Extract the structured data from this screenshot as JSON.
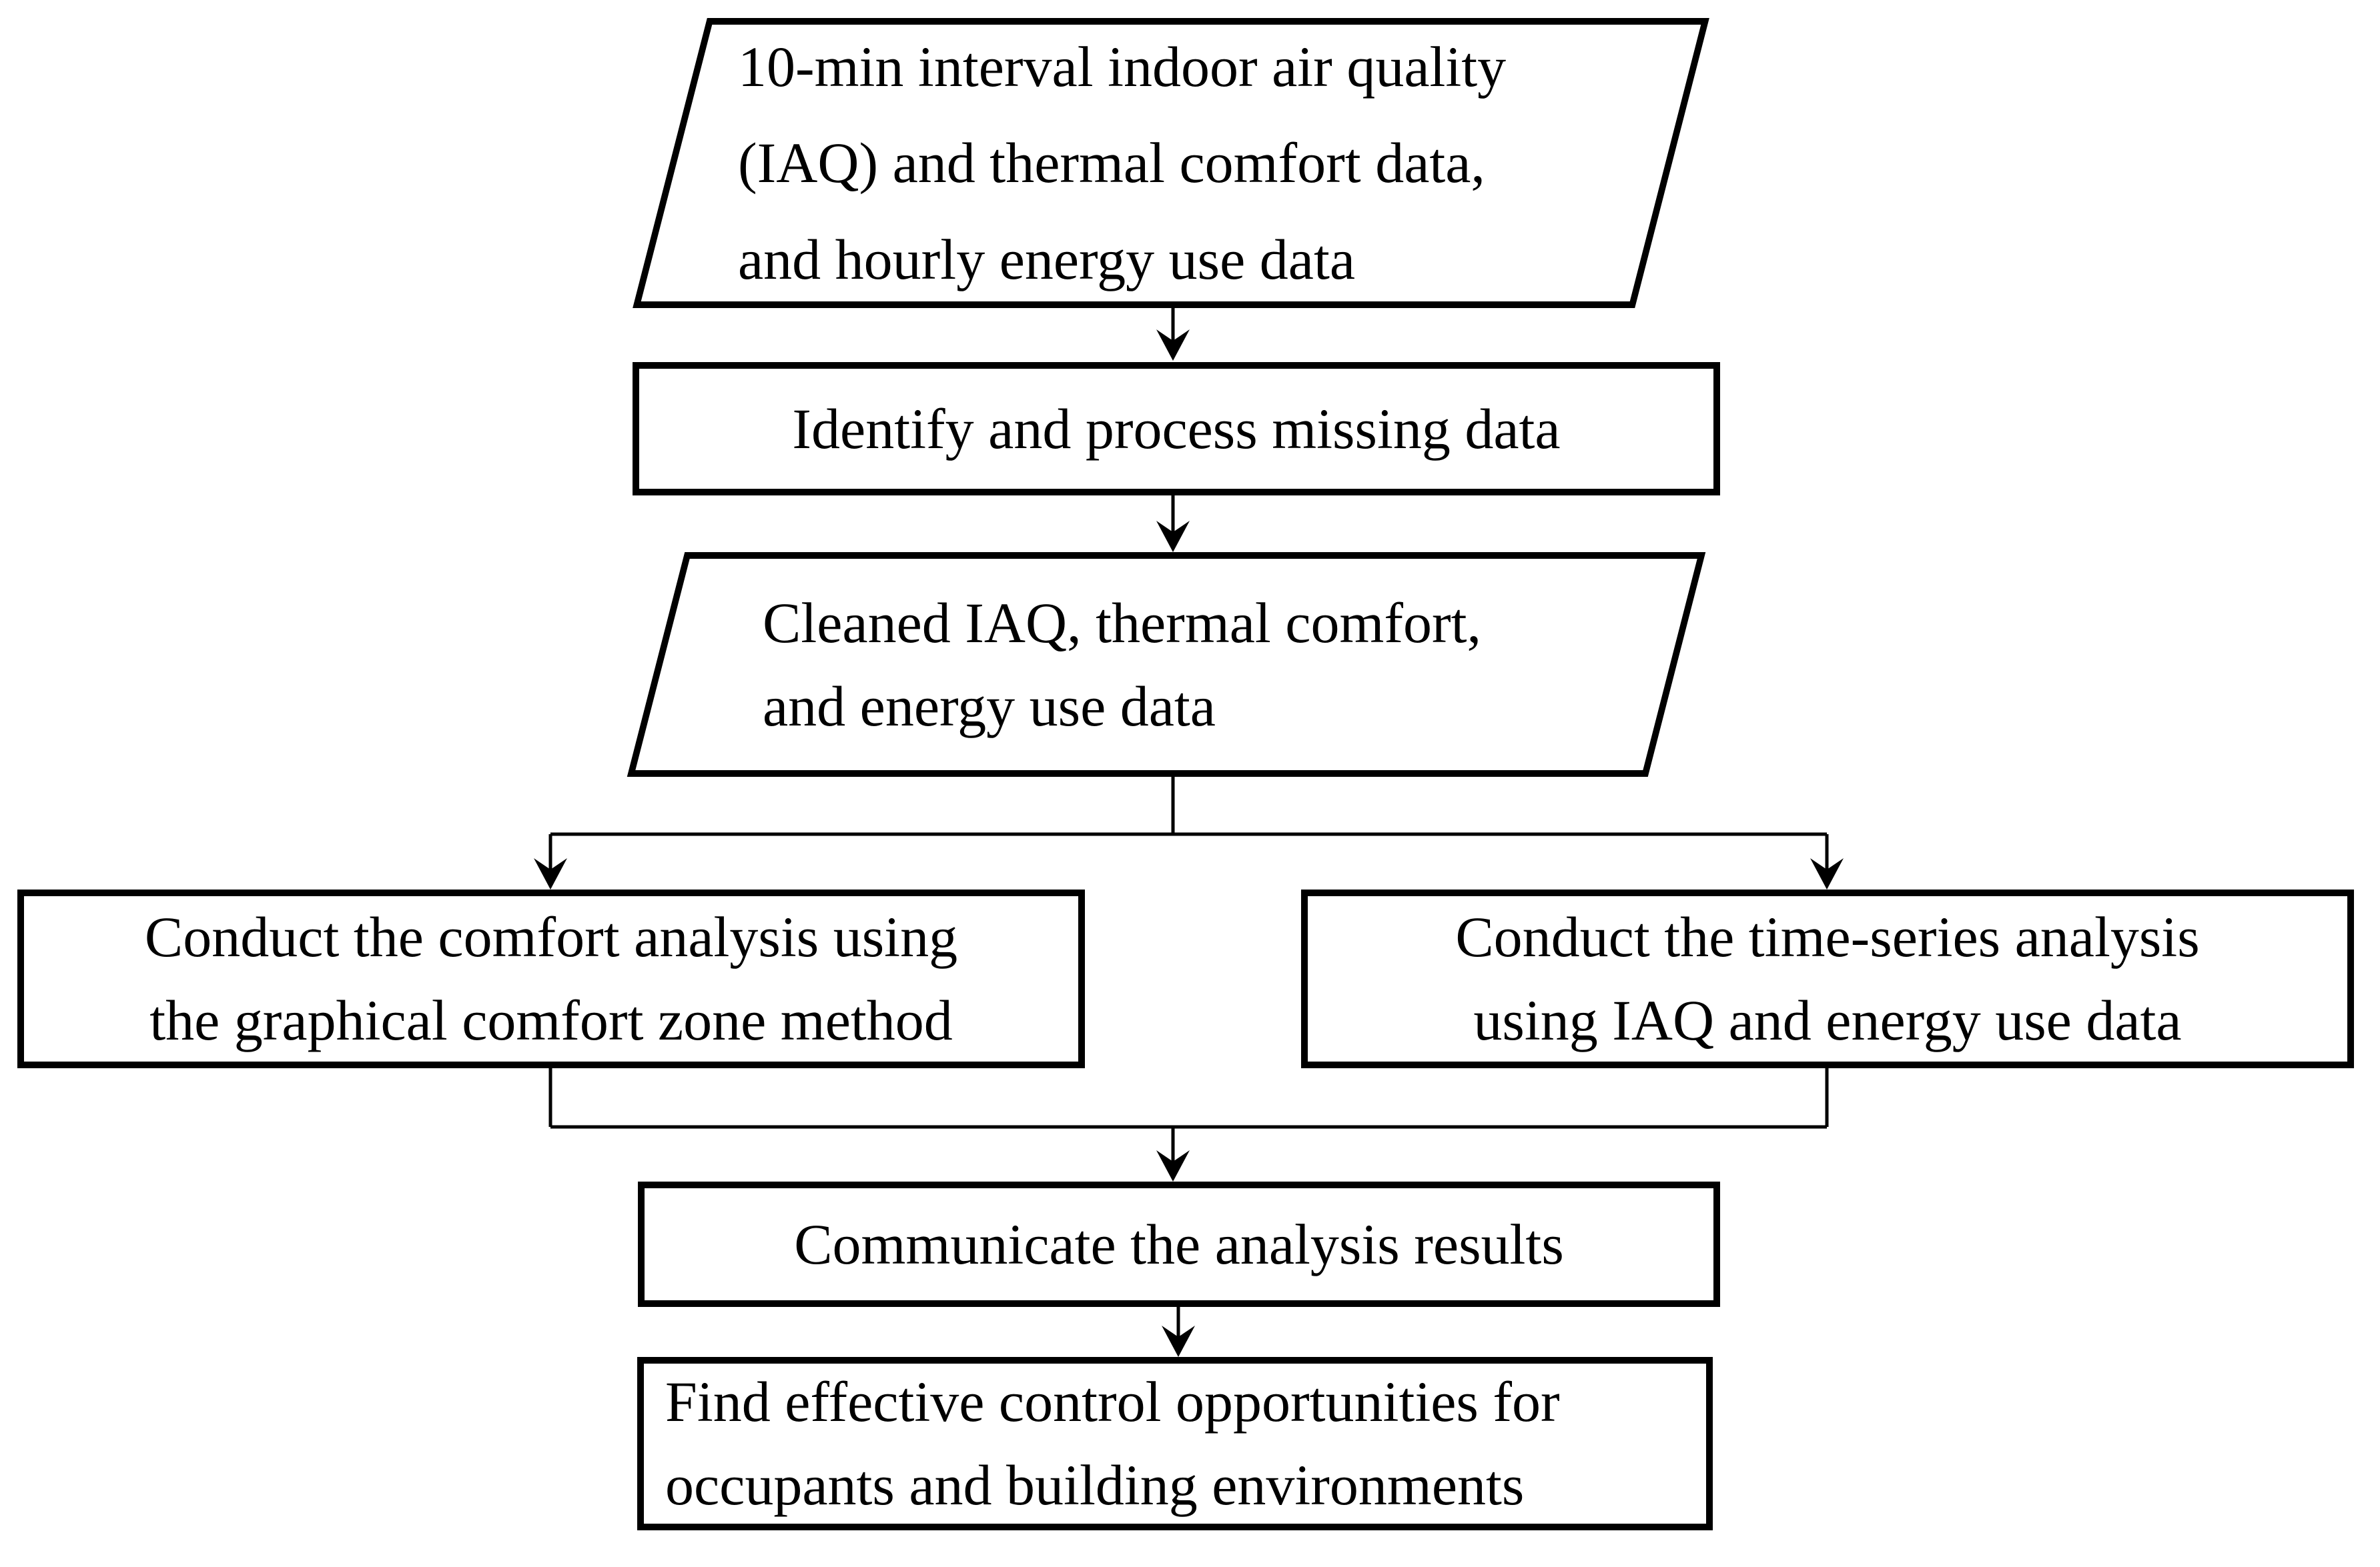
{
  "diagram": {
    "type": "flowchart",
    "colors": {
      "stroke": "#000000",
      "background": "#ffffff",
      "text": "#000000"
    },
    "nodes": {
      "input_data": {
        "shape": "parallelogram",
        "lines": [
          "10-min interval indoor air quality",
          "(IAQ) and thermal comfort data,",
          "and hourly energy use data"
        ]
      },
      "process_missing": {
        "shape": "rectangle",
        "lines": [
          "Identify and process missing data"
        ]
      },
      "cleaned_data": {
        "shape": "parallelogram",
        "lines": [
          "Cleaned IAQ, thermal comfort,",
          "and energy use data"
        ]
      },
      "comfort_analysis": {
        "shape": "rectangle",
        "lines": [
          "Conduct the comfort analysis using",
          "the graphical comfort zone method"
        ]
      },
      "timeseries_analysis": {
        "shape": "rectangle",
        "lines": [
          "Conduct the time-series analysis",
          "using IAQ and energy use data"
        ]
      },
      "communicate_results": {
        "shape": "rectangle",
        "lines": [
          "Communicate the analysis results"
        ]
      },
      "find_opportunities": {
        "shape": "rectangle",
        "lines": [
          "Find effective control opportunities for",
          "occupants and building environments"
        ]
      }
    },
    "edges": [
      {
        "from": "input_data",
        "to": "process_missing"
      },
      {
        "from": "process_missing",
        "to": "cleaned_data"
      },
      {
        "from": "cleaned_data",
        "to": "comfort_analysis"
      },
      {
        "from": "cleaned_data",
        "to": "timeseries_analysis"
      },
      {
        "from": "comfort_analysis",
        "to": "communicate_results"
      },
      {
        "from": "timeseries_analysis",
        "to": "communicate_results"
      },
      {
        "from": "communicate_results",
        "to": "find_opportunities"
      }
    ]
  }
}
